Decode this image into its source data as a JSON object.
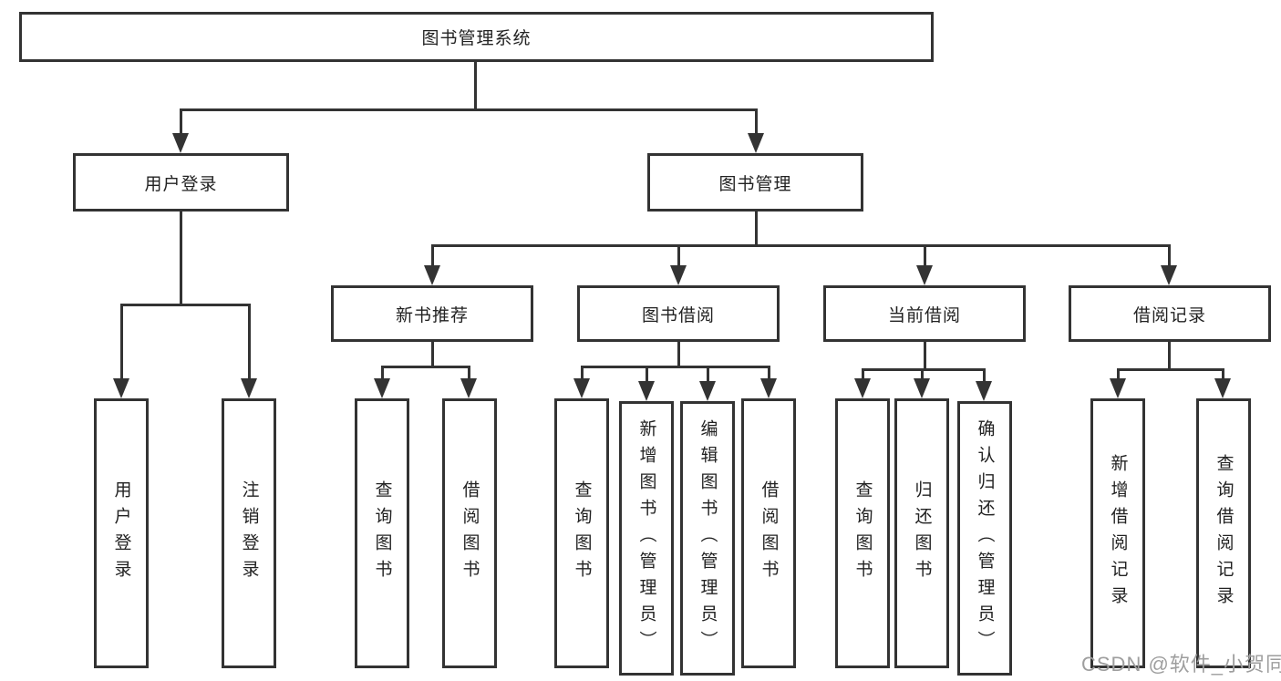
{
  "diagram": {
    "title": "图书管理系统",
    "level2": {
      "user_login": "用户登录",
      "book_mgmt": "图书管理"
    },
    "level3": {
      "new_books": "新书推荐",
      "book_borrow": "图书借阅",
      "current_borrow": "当前借阅",
      "borrow_records": "借阅记录"
    },
    "leaves": {
      "user_login": [
        "用户登录",
        "注销登录"
      ],
      "new_books": [
        "查询图书",
        "借阅图书"
      ],
      "book_borrow": [
        "查询图书",
        "新增图书（管理员）",
        "编辑图书（管理员）",
        "借阅图书"
      ],
      "current_borrow": [
        "查询图书",
        "归还图书",
        "确认归还（管理员）"
      ],
      "borrow_records": [
        "新增借阅记录",
        "查询借阅记录"
      ]
    },
    "colors": {
      "line": "#333333",
      "text": "#222222",
      "background": "#ffffff",
      "watermark": "#9e9e9e"
    },
    "watermark": "CSDN @软件_小贺同学"
  }
}
